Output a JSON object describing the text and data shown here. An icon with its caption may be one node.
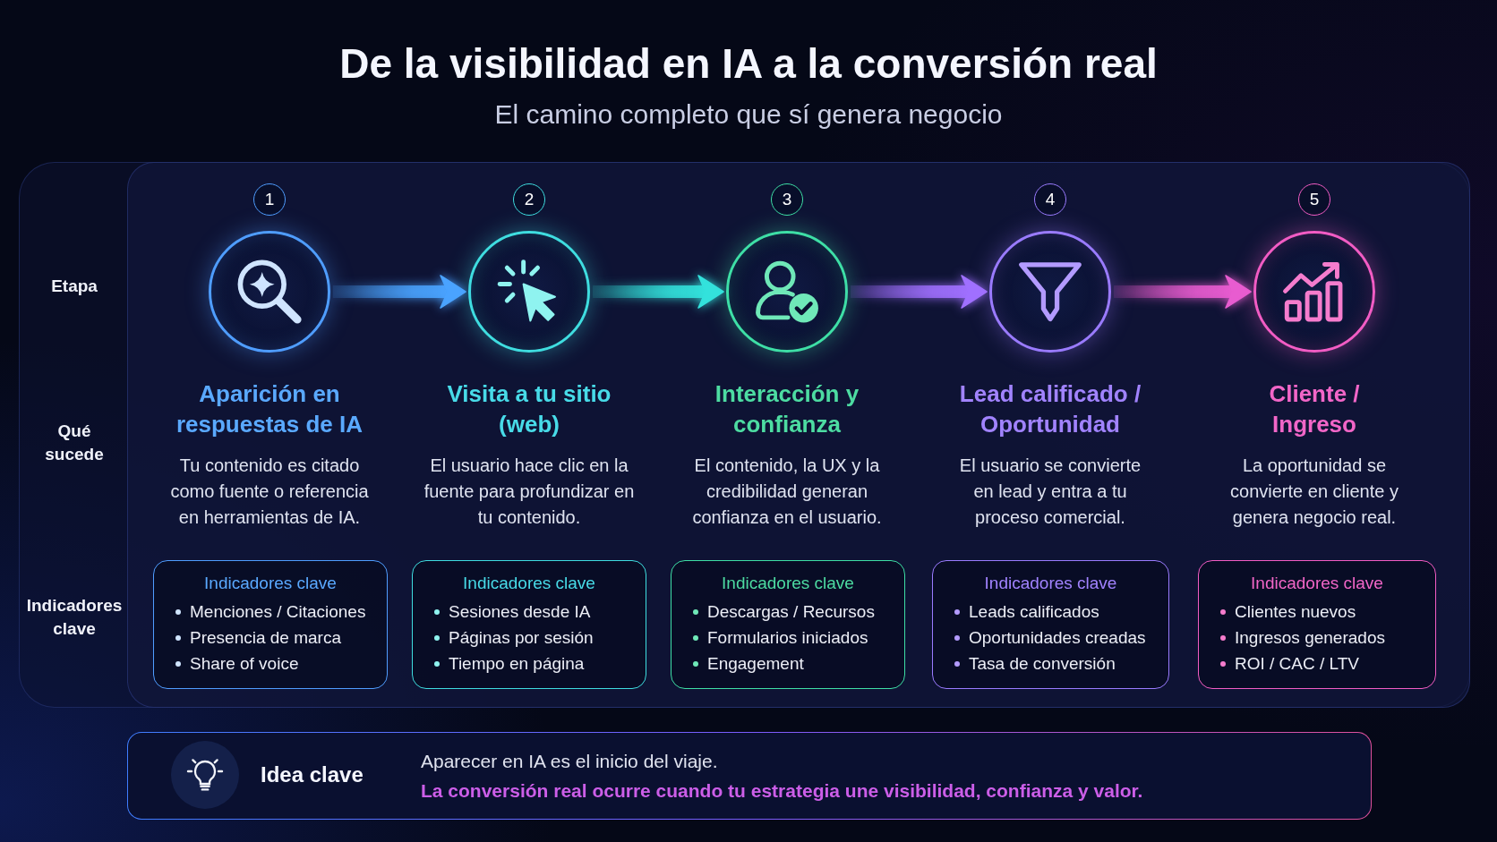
{
  "diagram": {
    "title": "De la visibilidad en IA a la conversión real",
    "nodes": [
      {
        "text": [
          "Etapa",
          "Qué sucede",
          "Indicadores clave"
        ]
      },
      {
        "text": [],
        "shape": "box",
        "in": 0
      },
      {
        "text": [
          "1"
        ],
        "in": 1
      },
      {
        "text": [
          "2"
        ],
        "in": 1
      },
      {
        "text": [
          "3"
        ],
        "in": 1
      },
      {
        "text": [
          "4"
        ],
        "in": 1
      },
      {
        "text": [
          "5"
        ],
        "in": 1
      },
      {
        "text": [],
        "shape": "circle",
        "in": 1,
        "beside": [
          "Aparición en respuestas de IA",
          "Tu contenido es citado como fuente o referencia en herramientas de IA."
        ]
      },
      {
        "text": [],
        "shape": "circle",
        "in": 1,
        "beside": [
          "Visita a tu sitio (web)",
          "El usuario hace clic en la fuente para profundizar en tu contenido."
        ]
      },
      {
        "text": [],
        "shape": "circle",
        "in": 1,
        "beside": [
          "Interacción y confianza",
          "El contenido, la UX y la credibilidad generan confianza en el usuario."
        ]
      },
      {
        "text": [],
        "shape": "circle",
        "in": 1,
        "beside": [
          "Lead calificado / Oportunidad",
          "El usuario se convierte en lead y entra a tu proceso comercial."
        ]
      },
      {
        "text": [],
        "shape": "circle",
        "in": 1,
        "beside": [
          "Cliente / Ingreso",
          "La oportunidad se convierte en cliente y genera negocio real."
        ]
      },
      {
        "text": [
          "Indicadores clave",
          "Menciones / Citaciones",
          "Presencia de marca",
          "Share of voice"
        ],
        "in": 1
      },
      {
        "text": [
          "Indicadores clave",
          "Sesiones desde IA",
          "Páginas por sesión",
          "Tiempo en página"
        ],
        "in": 1
      },
      {
        "text": [
          "Indicadores clave",
          "Descargas / Recursos",
          "Formularios iniciados",
          "Engagement"
        ],
        "in": 1
      },
      {
        "text": [
          "Indicadores clave",
          "Leads calificados",
          "Oportunidades creadas",
          "Tasa de conversión"
        ],
        "in": 1
      },
      {
        "text": [
          "Indicadores clave",
          "Clientes nuevos",
          "Ingresos generados",
          "ROI / CAC / LTV"
        ],
        "in": 1
      },
      {
        "text": [
          "Idea clave",
          "Aparecer en IA es el inicio del viaje.",
          "La conversión real ocurre cuando tu estrategia une visibilidad, confianza y valor."
        ]
      }
    ],
    "edges": [
      {
        "from": 7,
        "to": 8,
        "arrow": "to",
        "color": "#4aa3ff"
      },
      {
        "from": 8,
        "to": 9,
        "arrow": "to",
        "color": "#33e2dc"
      },
      {
        "from": 9,
        "to": 10,
        "arrow": "to",
        "color": "#a070ff"
      },
      {
        "from": 10,
        "to": 11,
        "arrow": "to",
        "color": "#e85cd0"
      }
    ],
    "labels": [
      "El camino completo que sí genera negocio"
    ]
  }
}
